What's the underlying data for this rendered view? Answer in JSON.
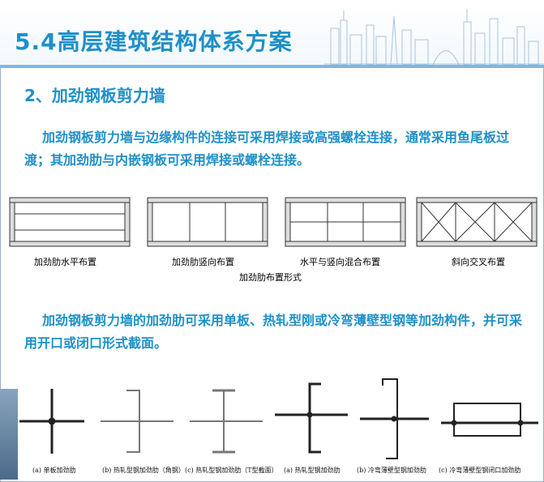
{
  "header": {
    "title": "5.4高层建筑结构体系方案"
  },
  "section": {
    "title": "2、加劲钢板剪力墙"
  },
  "paragraphs": {
    "p1": "加劲钢板剪力墙与边缘构件的连接可采用焊接或高强螺栓连接，通常采用鱼尾板过渡；其加劲肋与内嵌钢板可采用焊接或螺栓连接。",
    "p2": "加劲钢板剪力墙的加劲肋可采用单板、热轧型刚或冷弯薄壁型钢等加劲构件，并可采用开口或闭口形式截面。"
  },
  "layout_figure": {
    "panels": [
      "加劲肋水平布置",
      "加劲肋竖向布置",
      "水平与竖向混合布置",
      "斜向交叉布置"
    ],
    "caption": "加劲肋布置形式"
  },
  "sections_figure": {
    "labels": [
      "(a) 单板加劲肋",
      "(b) 热轧型钢加劲肋（角钢）",
      "(c) 热轧型钢加劲肋（T型截面）",
      "(a) 热轧型钢加劲肋",
      "(b) 冷弯薄壁型钢加劲肋",
      "(c) 冷弯薄壁型钢闭口加劲肋"
    ]
  },
  "colors": {
    "accent": "#1e90c8",
    "header_line": "#7db7e4"
  }
}
